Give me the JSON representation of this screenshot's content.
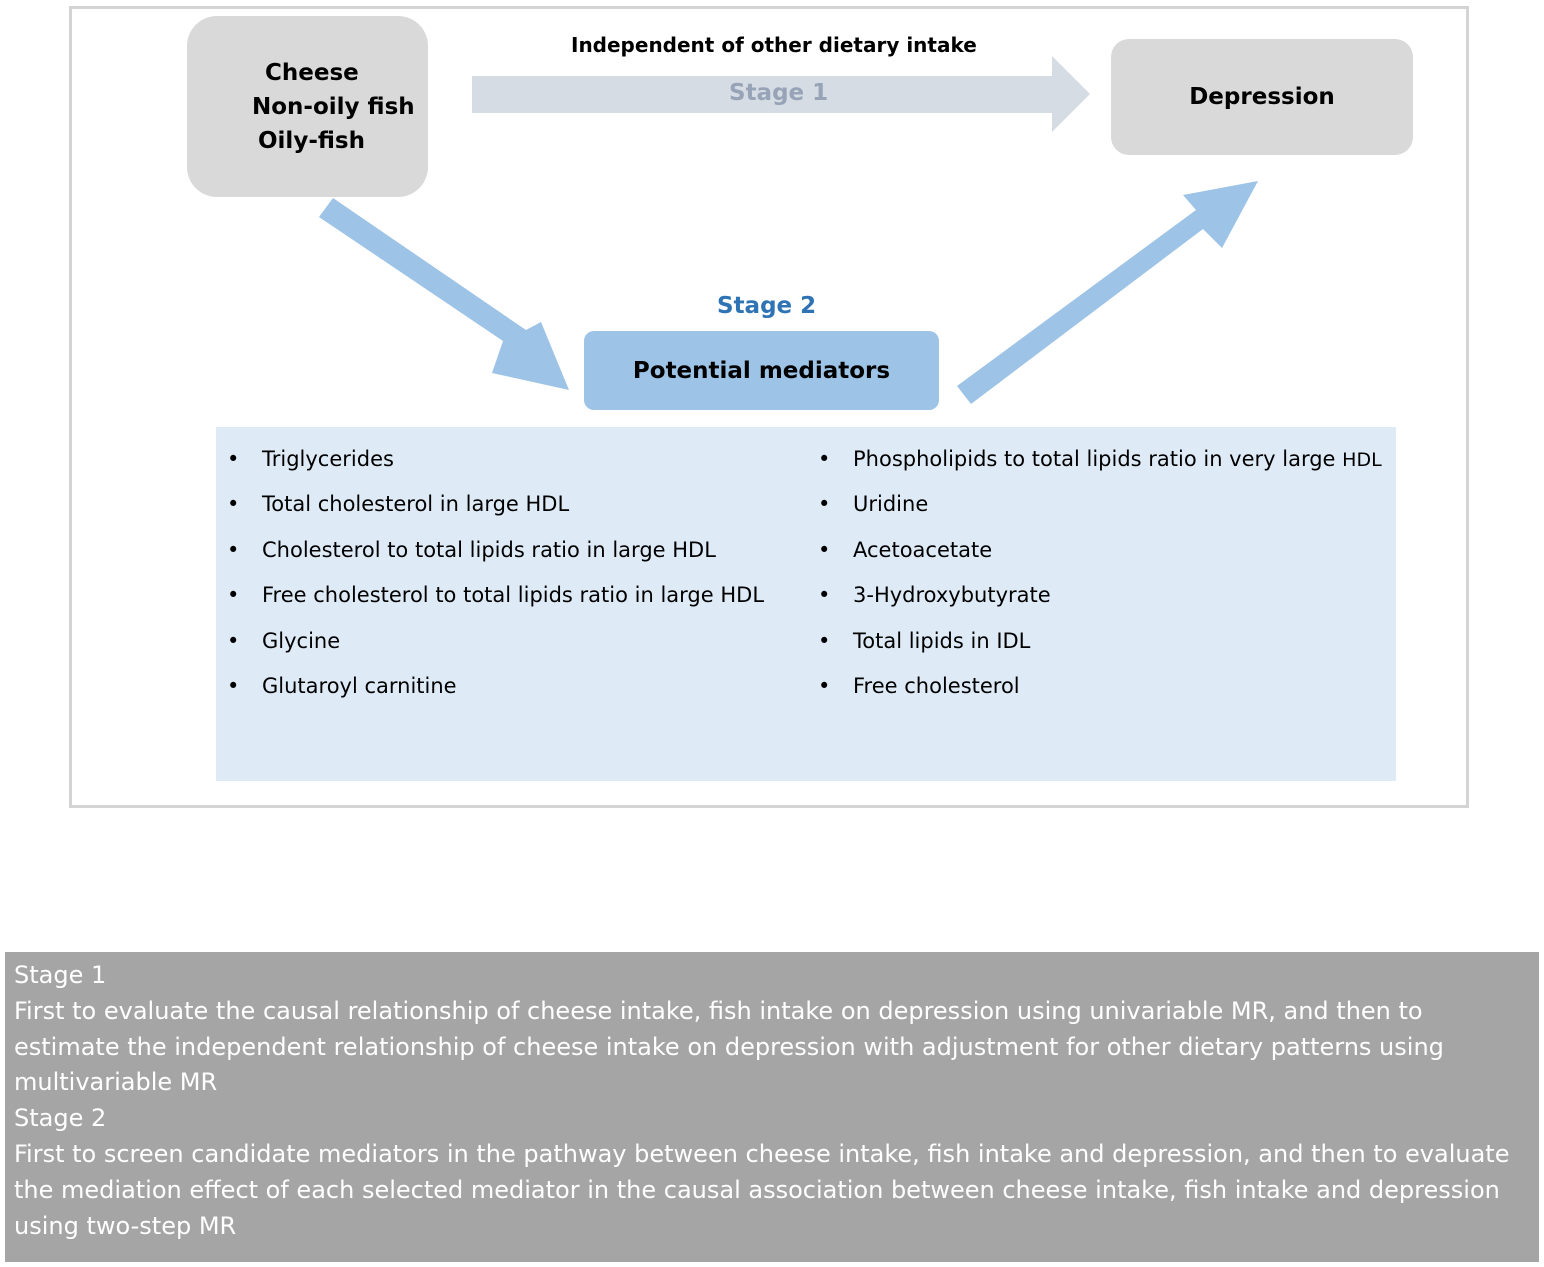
{
  "exposures": [
    "Cheese",
    "Non-oily fish",
    "Oily-fish"
  ],
  "outcome": "Depression",
  "stage1": {
    "label": "Stage 1",
    "note": "Independent  of other dietary intake"
  },
  "stage2": {
    "label": "Stage 2",
    "mediator_box": "Potential mediators"
  },
  "mediators_left": [
    "Triglycerides",
    "Total cholesterol in large HDL",
    "Cholesterol to total lipids ratio in large HDL",
    "Free cholesterol to total lipids ratio in large HDL",
    "Glycine",
    "Glutaroyl carnitine"
  ],
  "mediators_right": [
    {
      "text": "Phospholipids to total lipids ratio in very large ",
      "suffix": "HDL"
    },
    {
      "text": "Uridine",
      "suffix": ""
    },
    {
      "text": "Acetoacetate",
      "suffix": ""
    },
    {
      "text": "3-Hydroxybutyrate",
      "suffix": ""
    },
    {
      "text": "Total lipids in IDL",
      "suffix": ""
    },
    {
      "text": "Free cholesterol",
      "suffix": ""
    }
  ],
  "footer": {
    "stage1_title": "Stage 1",
    "stage1_text": "First to evaluate the causal relationship of cheese intake, fish intake on depression using univariable MR, and then to estimate the independent relationship of cheese intake on depression with adjustment for other dietary patterns using multivariable MR",
    "stage2_title": "Stage 2",
    "stage2_text": "First to screen candidate mediators in the pathway between cheese intake, fish intake and depression, and then to evaluate the mediation effect of each selected mediator in the causal association between cheese intake, fish intake and depression using two-step MR"
  },
  "colors": {
    "grey_box": "#d9d9d9",
    "stage1_arrow": "#d6dce4",
    "stage2_arrow": "#9dc3e6",
    "mediator_list_bg": "#deebf7",
    "footer_bg": "#a5a5a5"
  }
}
